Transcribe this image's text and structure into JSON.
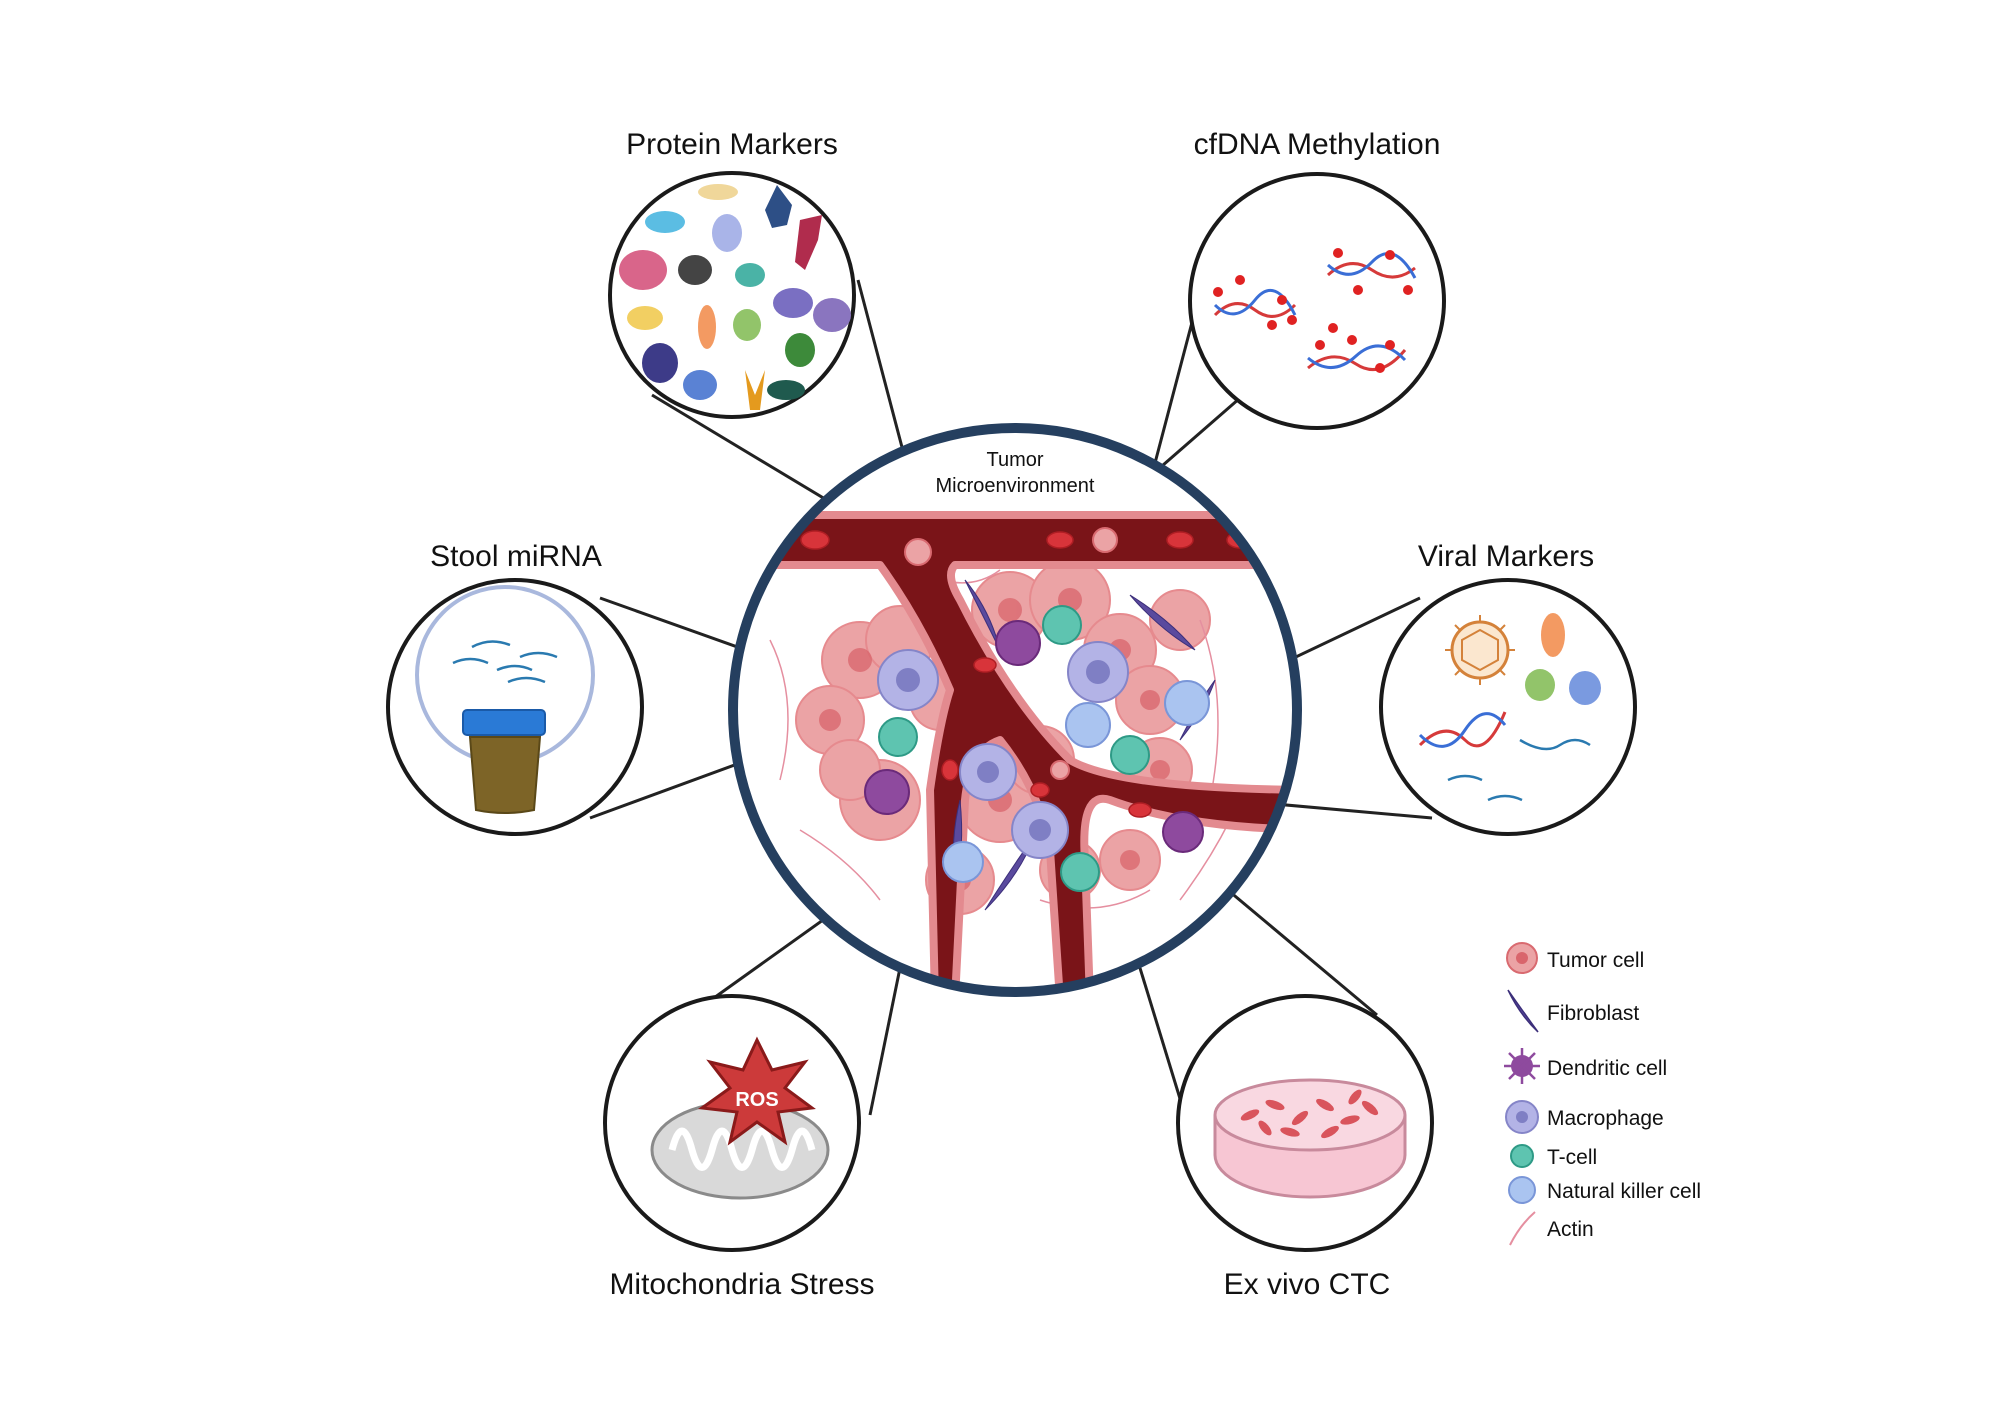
{
  "panels": {
    "protein_markers": "Protein Markers",
    "cfdna_methylation": "cfDNA Methylation",
    "stool_mirna": "Stool miRNA",
    "viral_markers": "Viral Markers",
    "mitochondria_stress": "Mitochondria Stress",
    "ex_vivo_ctc": "Ex vivo CTC"
  },
  "center": {
    "title_line1": "Tumor",
    "title_line2": "Microenvironment"
  },
  "ros_label": "ROS",
  "legend": {
    "items": [
      {
        "label": "Tumor cell",
        "icon": "tumor-cell-icon"
      },
      {
        "label": "Fibroblast",
        "icon": "fibroblast-icon"
      },
      {
        "label": "Dendritic cell",
        "icon": "dendritic-cell-icon"
      },
      {
        "label": "Macrophage",
        "icon": "macrophage-icon"
      },
      {
        "label": "T-cell",
        "icon": "t-cell-icon"
      },
      {
        "label": "Natural killer cell",
        "icon": "nk-cell-icon"
      },
      {
        "label": "Actin",
        "icon": "actin-icon"
      }
    ]
  },
  "colors": {
    "center_ring": "#253f5f",
    "vessel": "#7a1418",
    "tumor_cell": "#eaa0a3",
    "fibroblast": "#5a4a9e",
    "dendritic": "#8e4a9e",
    "macrophage": "#a8a8e0",
    "t_cell": "#5ec4b0",
    "nk_cell": "#aeb6ee",
    "actin": "#e58fa0"
  }
}
